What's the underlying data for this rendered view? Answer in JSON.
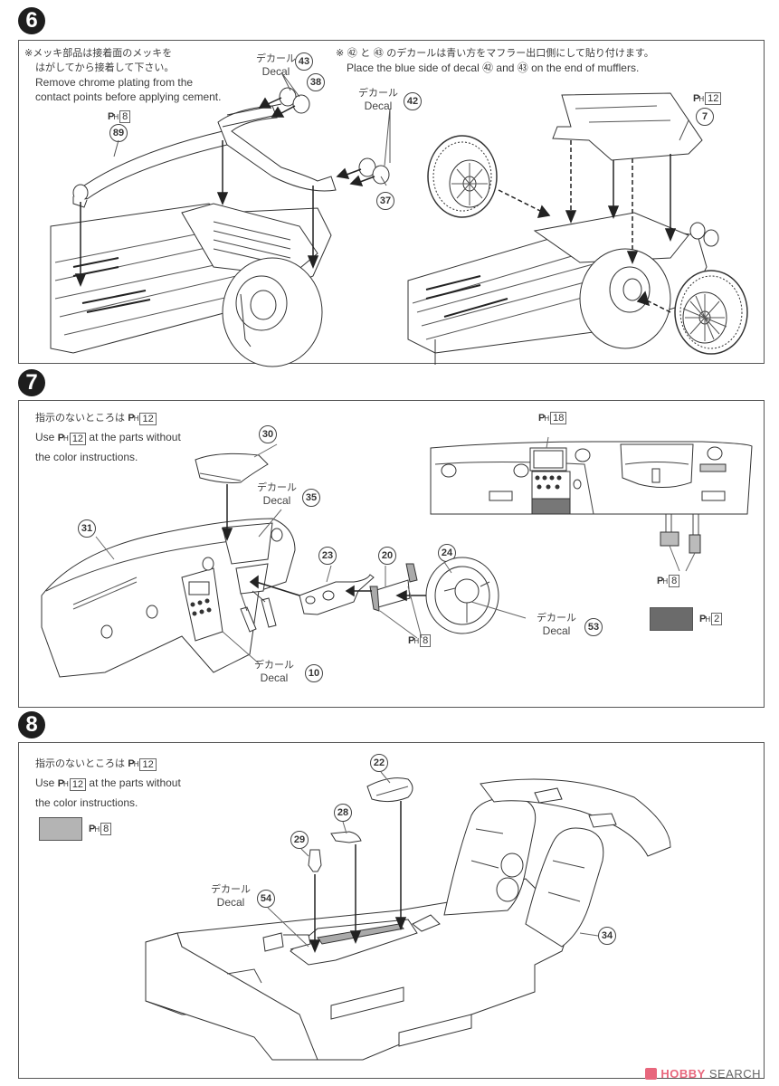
{
  "steps": [
    {
      "number": "6",
      "notes": {
        "chrome_jp_line1": "※メッキ部品は接着面のメッキを",
        "chrome_jp_line2": "はがしてから接着して下さい。",
        "chrome_en_line1": "Remove chrome plating from the",
        "chrome_en_line2": "contact points before applying cement.",
        "muffler_jp": "※ ㊷ と ㊸ のデカールは青い方をマフラー出口側にして貼り付けます。",
        "muffler_en": "Place the blue side of decal ㊷ and ㊸ on the end of mufflers."
      },
      "callouts": {
        "c43": "43",
        "c38": "38",
        "c89": "89",
        "c42": "42",
        "c37": "37",
        "c7": "7"
      },
      "decals": {
        "decal43_jp": "デカール",
        "decal43_en": "Decal",
        "decal42_jp": "デカール",
        "decal42_en": "Decal"
      },
      "paints": {
        "p89": {
          "prefix": "P",
          "sub": "H",
          "num": "8"
        },
        "p7": {
          "prefix": "P",
          "sub": "H",
          "num": "12"
        }
      }
    },
    {
      "number": "7",
      "notes": {
        "jp": "指示のないところは",
        "en_pre": "Use",
        "en_post": "at the parts without",
        "en_line2": "the color instructions.",
        "default_paint": {
          "prefix": "P",
          "sub": "H",
          "num": "12"
        }
      },
      "callouts": {
        "c30": "30",
        "c35": "35",
        "c31": "31",
        "c23": "23",
        "c20": "20",
        "c24": "24",
        "c53": "53",
        "c10": "10"
      },
      "decals": {
        "decal35_jp": "デカール",
        "decal35_en": "Decal",
        "decal53_jp": "デカール",
        "decal53_en": "Decal",
        "decal10_jp": "デカール",
        "decal10_en": "Decal"
      },
      "paints": {
        "dash": {
          "prefix": "P",
          "sub": "H",
          "num": "18"
        },
        "pedals": {
          "prefix": "P",
          "sub": "H",
          "num": "8"
        },
        "paddles": {
          "prefix": "P",
          "sub": "H",
          "num": "8"
        },
        "swatch": {
          "prefix": "P",
          "sub": "H",
          "num": "2",
          "color": "#6b6b6b"
        }
      }
    },
    {
      "number": "8",
      "notes": {
        "jp": "指示のないところは",
        "en_pre": "Use",
        "en_post": "at the parts without",
        "en_line2": "the color instructions.",
        "default_paint": {
          "prefix": "P",
          "sub": "H",
          "num": "12"
        }
      },
      "callouts": {
        "c22": "22",
        "c28": "28",
        "c29": "29",
        "c54": "54",
        "c34": "34"
      },
      "decals": {
        "decal54_jp": "デカール",
        "decal54_en": "Decal"
      },
      "paints": {
        "swatch": {
          "prefix": "P",
          "sub": "H",
          "num": "8",
          "color": "#b4b4b4"
        }
      }
    }
  ],
  "watermark": {
    "brand": "HOBBY",
    "sub": "SEARCH",
    "color": "#e8677d"
  }
}
